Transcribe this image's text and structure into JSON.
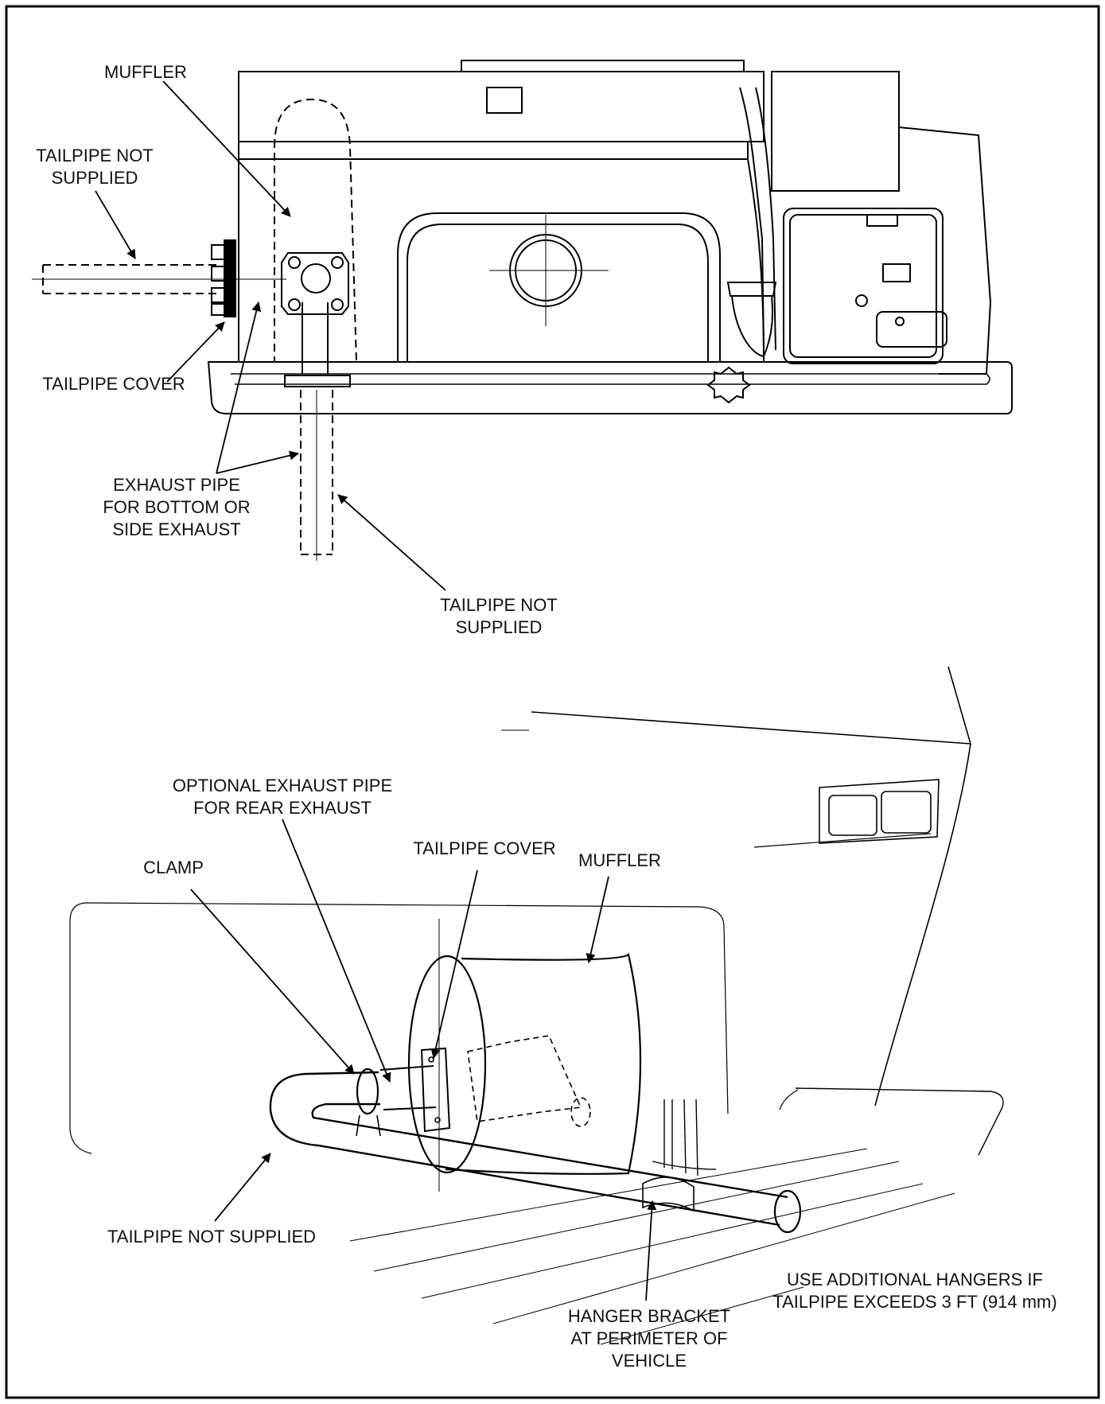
{
  "labels": {
    "top_muffler": "MUFFLER",
    "top_tailpipe_side_1": "TAILPIPE NOT",
    "top_tailpipe_side_2": "SUPPLIED",
    "top_tailpipe_cover": "TAILPIPE COVER",
    "top_exhaust_pipe_1": "EXHAUST PIPE",
    "top_exhaust_pipe_2": "FOR BOTTOM OR",
    "top_exhaust_pipe_3": "SIDE EXHAUST",
    "top_tailpipe_bottom_1": "TAILPIPE NOT",
    "top_tailpipe_bottom_2": "SUPPLIED",
    "rear_optional_pipe_1": "OPTIONAL EXHAUST PIPE",
    "rear_optional_pipe_2": "FOR REAR EXHAUST",
    "rear_clamp": "CLAMP",
    "rear_tailpipe_cover": "TAILPIPE COVER",
    "rear_muffler": "MUFFLER",
    "rear_tailpipe": "TAILPIPE NOT SUPPLIED",
    "rear_additional_hangers_1": "USE ADDITIONAL HANGERS IF",
    "rear_additional_hangers_2": "TAILPIPE EXCEEDS 3 FT (914 mm)",
    "rear_hanger_bracket_1": "HANGER BRACKET",
    "rear_hanger_bracket_2": "AT PERIMETER OF",
    "rear_hanger_bracket_3": "VEHICLE"
  },
  "icons": {
    "arrowhead": "arrowhead-icon"
  }
}
